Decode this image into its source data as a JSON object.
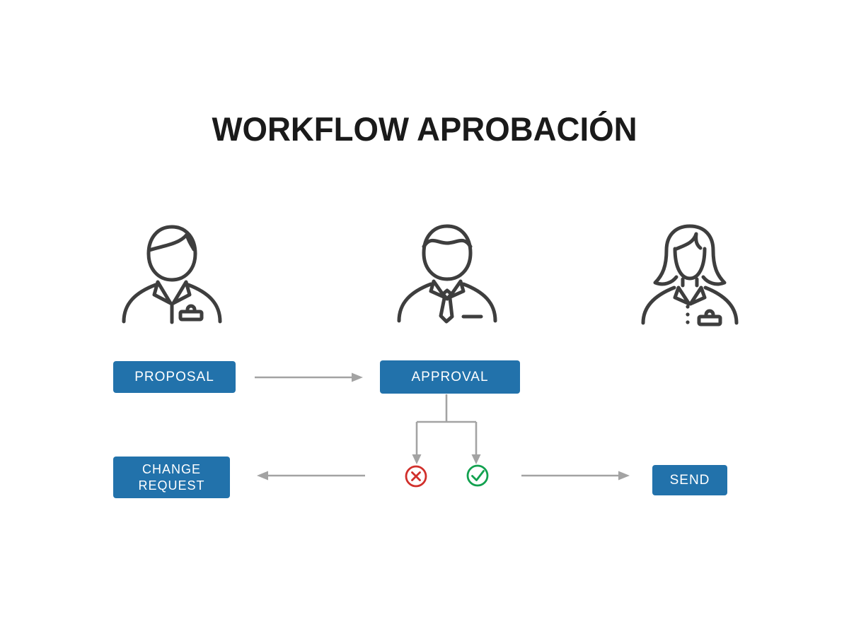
{
  "title": "WORKFLOW APROBACIÓN",
  "actors": [
    {
      "icon": "male-employee-badge-icon",
      "position": "left"
    },
    {
      "icon": "male-manager-tie-icon",
      "position": "center"
    },
    {
      "icon": "female-employee-badge-icon",
      "position": "right"
    }
  ],
  "nodes": {
    "proposal": {
      "label": "PROPOSAL"
    },
    "approval": {
      "label": "APPROVAL"
    },
    "change_request": {
      "label": "CHANGE REQUEST"
    },
    "send": {
      "label": "SEND"
    }
  },
  "decision_icons": {
    "reject": "x-circle-icon",
    "approve": "check-circle-icon"
  },
  "connections": [
    {
      "from": "proposal",
      "to": "approval",
      "type": "arrow-right"
    },
    {
      "from": "approval",
      "to": "reject-x",
      "type": "branch-arrow-down"
    },
    {
      "from": "approval",
      "to": "approve-check",
      "type": "branch-arrow-down"
    },
    {
      "from": "reject-x",
      "to": "change_request",
      "type": "arrow-left"
    },
    {
      "from": "approve-check",
      "to": "send",
      "type": "arrow-right"
    }
  ],
  "colors": {
    "node_blue": "#2272AB",
    "arrow_gray": "#A3A3A3",
    "icon_stroke": "#3E3E3E",
    "reject_red": "#D12F2B",
    "approve_green": "#12A14F",
    "title_black": "#1A1A1A"
  }
}
